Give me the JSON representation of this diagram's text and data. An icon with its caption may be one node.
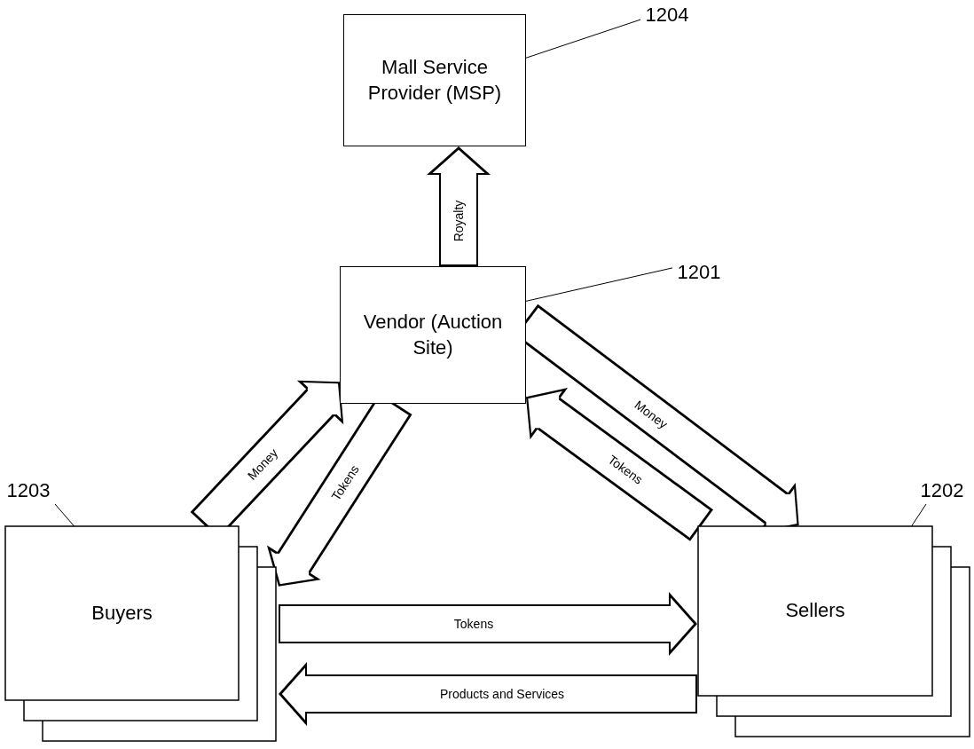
{
  "diagram": {
    "nodes": [
      {
        "text": [
          "Mall Service Provider (MSP)"
        ]
      },
      {
        "text": [
          "Vendor (Auction Site)"
        ]
      },
      {
        "text": [
          "Buyers"
        ]
      },
      {
        "text": [
          "Sellers"
        ]
      },
      {
        "text": [
          "1204"
        ]
      },
      {
        "text": [
          "1201"
        ]
      },
      {
        "text": [
          "1203"
        ]
      },
      {
        "text": [
          "1202"
        ]
      }
    ],
    "edges": [
      {
        "from": 1,
        "to": 0,
        "arrow": "to",
        "label": "Royalty"
      },
      {
        "from": 2,
        "to": 1,
        "arrow": "to",
        "label": "Money"
      },
      {
        "from": 1,
        "to": 2,
        "arrow": "to",
        "label": "Tokens"
      },
      {
        "from": 1,
        "to": 3,
        "arrow": "to",
        "label": "Money"
      },
      {
        "from": 3,
        "to": 1,
        "arrow": "to",
        "label": "Tokens"
      },
      {
        "from": 2,
        "to": 3,
        "arrow": "to",
        "label": "Tokens"
      },
      {
        "from": 3,
        "to": 2,
        "arrow": "to",
        "label": "Products and Services"
      },
      {
        "from": 4,
        "to": 0,
        "arrow": "none"
      },
      {
        "from": 5,
        "to": 1,
        "arrow": "none"
      },
      {
        "from": 6,
        "to": 2,
        "arrow": "none"
      },
      {
        "from": 7,
        "to": 3,
        "arrow": "none"
      }
    ]
  }
}
